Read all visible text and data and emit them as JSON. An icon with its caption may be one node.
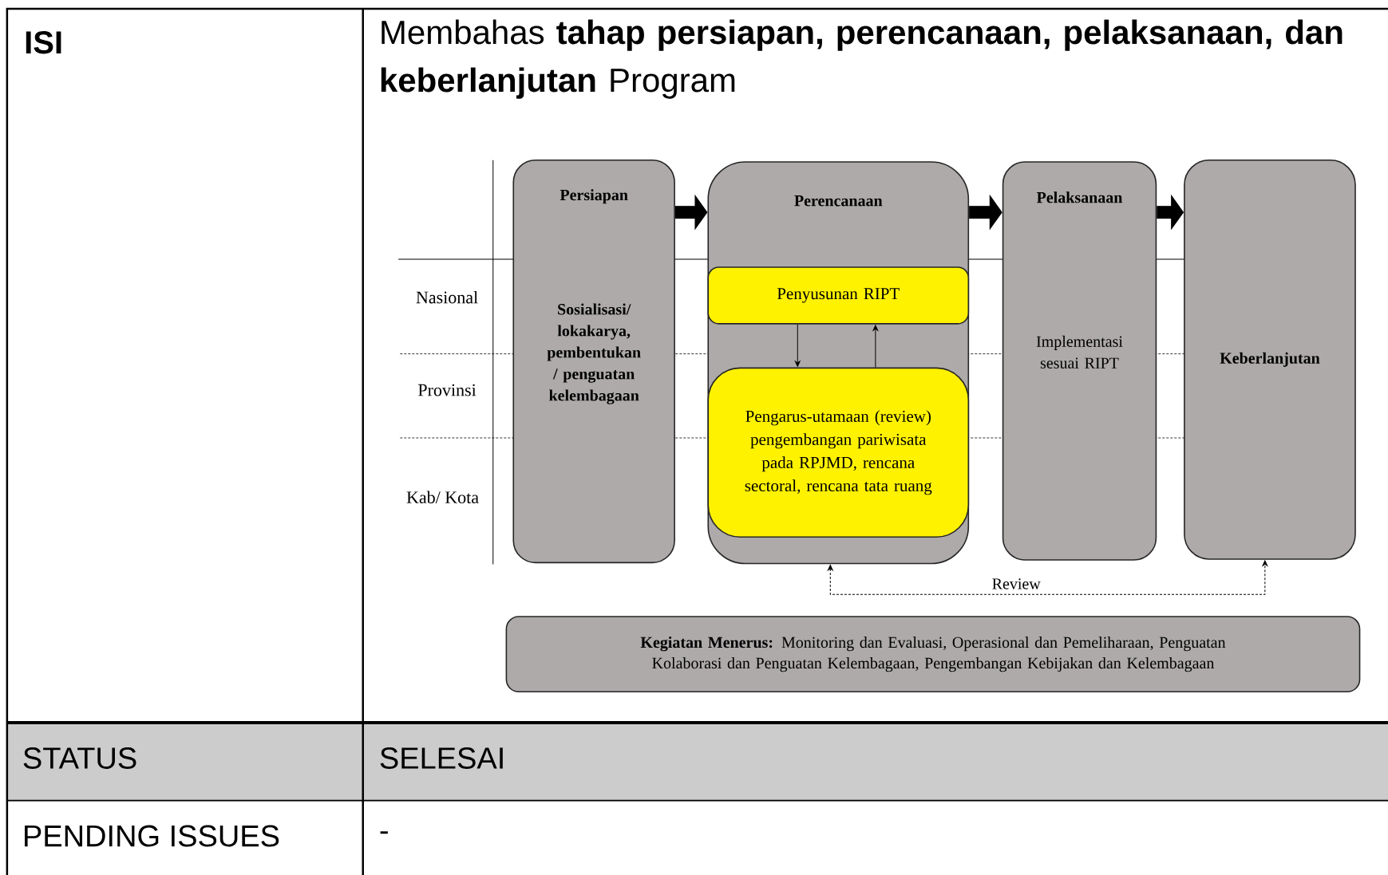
{
  "diagram": {
    "nodes": [
      {
        "text": [
          "Persiapan",
          "Sosialisasi/ lokakarya, pembentukan / penguatan kelembagaan"
        ]
      },
      {
        "text": [
          "Perencanaan"
        ]
      },
      {
        "text": [
          "Penyusunan RIPT"
        ],
        "in": 1
      },
      {
        "text": [
          "Pengarus-utamaan (review) pengembangan pariwisata pada RPJMD, rencana sectoral, rencana tata ruang"
        ],
        "in": 1
      },
      {
        "text": [
          "Pelaksanaan",
          "Implementasi sesuai RIPT"
        ]
      },
      {
        "text": [
          "Keberlanjutan"
        ]
      },
      {
        "text": [
          "**Kegiatan Menerus:** Monitoring dan Evaluasi, Operasional dan Pemeliharaan, Penguatan Kolaborasi dan Penguatan Kelembagaan, Pengembangan Kebijakan dan Kelembagaan"
        ]
      }
    ],
    "edges": [
      {
        "from": 0,
        "to": 1,
        "arrow": "to",
        "style": "thick"
      },
      {
        "from": 1,
        "to": 4,
        "arrow": "to",
        "style": "thick"
      },
      {
        "from": 4,
        "to": 5,
        "arrow": "to",
        "style": "thick"
      },
      {
        "from": 2,
        "to": 3,
        "arrow": "to"
      },
      {
        "from": 3,
        "to": 2,
        "arrow": "to"
      },
      {
        "from": 1,
        "to": 5,
        "arrow": "both",
        "style": "dashed",
        "label": "Review"
      }
    ],
    "labels": [
      "ISI",
      "Membahas **tahap persiapan, perencanaan, pelaksanaan, dan keberlanjutan** Program",
      "Nasional",
      "Provinsi",
      "Kab/ Kota",
      "STATUS",
      "SELESAI",
      "PENDING ISSUES",
      "-"
    ]
  }
}
